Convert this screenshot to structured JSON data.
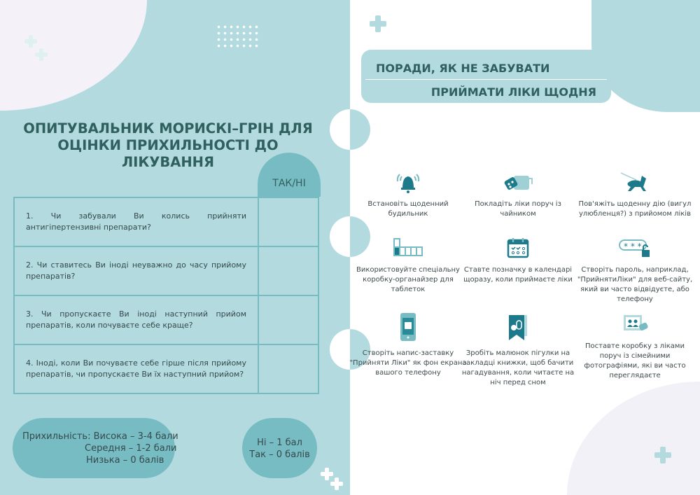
{
  "left": {
    "title": "ОПИТУВАЛЬНИК МОРИСКІ–ГРІН ДЛЯ ОЦІНКИ ПРИХИЛЬНОСТІ ДО ЛІКУВАННЯ",
    "answer_header": "ТАК/НІ",
    "questions": [
      "1. Чи забували Ви колись прийняти антигіпертензивні препарати?",
      "2. Чи ставитесь Ви іноді неуважно до часу прийому препаратів?",
      "3. Чи пропускаєте Ви іноді наступний прийом препаратів, коли почуваєте себе краще?",
      "4. Іноді, коли Ви почуваєте себе гірше після прийому препаратів, чи пропускаєте Ви їх наступний прийом?"
    ],
    "adherence": {
      "label": "Прихильність: Висока – 3-4 бали",
      "medium": "Середня – 1-2 бали",
      "low": "Низька – 0 балів"
    },
    "scoring": {
      "no": "Ні – 1 бал",
      "yes": "Так – 0 балів"
    }
  },
  "right": {
    "header_line1": "ПОРАДИ, ЯК НЕ ЗАБУВАТИ",
    "header_line2": "ПРИЙМАТИ ЛІКИ ЩОДНЯ",
    "tips": [
      {
        "icon": "alarm-bell-icon",
        "text": "Встановіть щоденний будильник"
      },
      {
        "icon": "pills-kettle-icon",
        "text": "Покладіть ліки поруч із чайником"
      },
      {
        "icon": "dog-icon",
        "text": "Пов'яжіть щоденну дію (вигул улюбленця?) з прийомом ліків"
      },
      {
        "icon": "pill-organizer-icon",
        "text": "Використовуйте спеціальну коробку-органайзер для таблеток"
      },
      {
        "icon": "calendar-icon",
        "text": "Ставте позначку в календарі щоразу, коли приймаєте ліки"
      },
      {
        "icon": "password-lock-icon",
        "text": "Створіть пароль, наприклад, \"ПрийнятиЛіки\" для веб-сайту, який ви часто відвідуєте, або телефону"
      },
      {
        "icon": "phone-icon",
        "text": "Створіть напис-заставку \"Прийняти Ліки\" як фон екрана вашого телефону"
      },
      {
        "icon": "bookmark-pill-icon",
        "text": "Зробіть малюнок пігулки на закладці книжки, щоб бачити нагадування, коли читаєте на ніч перед сном"
      },
      {
        "icon": "family-photo-icon",
        "text": "Поставте коробку з ліками поруч із сімейними фотографіями, які ви часто переглядаєте"
      }
    ]
  },
  "colors": {
    "panel": "#b3dbdf",
    "accent": "#78bcc3",
    "icon": "#1d7a8a",
    "title": "#2f5f5f"
  }
}
